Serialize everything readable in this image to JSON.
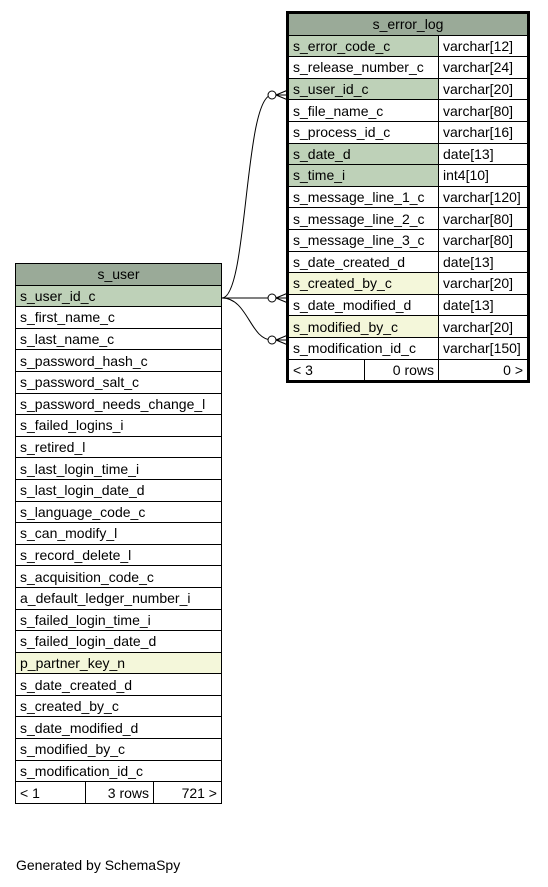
{
  "footer": "Generated by SchemaSpy",
  "error_log": {
    "name": "s_error_log",
    "columns": [
      {
        "name": "s_error_code_c",
        "type": "varchar[12]",
        "kind": "pk"
      },
      {
        "name": "s_release_number_c",
        "type": "varchar[24]",
        "kind": ""
      },
      {
        "name": "s_user_id_c",
        "type": "varchar[20]",
        "kind": "pk"
      },
      {
        "name": "s_file_name_c",
        "type": "varchar[80]",
        "kind": ""
      },
      {
        "name": "s_process_id_c",
        "type": "varchar[16]",
        "kind": ""
      },
      {
        "name": "s_date_d",
        "type": "date[13]",
        "kind": "pk"
      },
      {
        "name": "s_time_i",
        "type": "int4[10]",
        "kind": "pk"
      },
      {
        "name": "s_message_line_1_c",
        "type": "varchar[120]",
        "kind": ""
      },
      {
        "name": "s_message_line_2_c",
        "type": "varchar[80]",
        "kind": ""
      },
      {
        "name": "s_message_line_3_c",
        "type": "varchar[80]",
        "kind": ""
      },
      {
        "name": "s_date_created_d",
        "type": "date[13]",
        "kind": ""
      },
      {
        "name": "s_created_by_c",
        "type": "varchar[20]",
        "kind": "fk"
      },
      {
        "name": "s_date_modified_d",
        "type": "date[13]",
        "kind": ""
      },
      {
        "name": "s_modified_by_c",
        "type": "varchar[20]",
        "kind": "fk"
      },
      {
        "name": "s_modification_id_c",
        "type": "varchar[150]",
        "kind": ""
      }
    ],
    "footer": {
      "parents": "< 3",
      "rows": "0 rows",
      "children": "0 >"
    }
  },
  "user": {
    "name": "s_user",
    "columns": [
      {
        "name": "s_user_id_c",
        "kind": "pk"
      },
      {
        "name": "s_first_name_c",
        "kind": ""
      },
      {
        "name": "s_last_name_c",
        "kind": ""
      },
      {
        "name": "s_password_hash_c",
        "kind": ""
      },
      {
        "name": "s_password_salt_c",
        "kind": ""
      },
      {
        "name": "s_password_needs_change_l",
        "kind": ""
      },
      {
        "name": "s_failed_logins_i",
        "kind": ""
      },
      {
        "name": "s_retired_l",
        "kind": ""
      },
      {
        "name": "s_last_login_time_i",
        "kind": ""
      },
      {
        "name": "s_last_login_date_d",
        "kind": ""
      },
      {
        "name": "s_language_code_c",
        "kind": ""
      },
      {
        "name": "s_can_modify_l",
        "kind": ""
      },
      {
        "name": "s_record_delete_l",
        "kind": ""
      },
      {
        "name": "s_acquisition_code_c",
        "kind": ""
      },
      {
        "name": "a_default_ledger_number_i",
        "kind": ""
      },
      {
        "name": "s_failed_login_time_i",
        "kind": ""
      },
      {
        "name": "s_failed_login_date_d",
        "kind": ""
      },
      {
        "name": "p_partner_key_n",
        "kind": "fk"
      },
      {
        "name": "s_date_created_d",
        "kind": ""
      },
      {
        "name": "s_created_by_c",
        "kind": ""
      },
      {
        "name": "s_date_modified_d",
        "kind": ""
      },
      {
        "name": "s_modified_by_c",
        "kind": ""
      },
      {
        "name": "s_modification_id_c",
        "kind": ""
      }
    ],
    "footer": {
      "parents": "< 1",
      "rows": "3 rows",
      "children": "721 >"
    }
  }
}
